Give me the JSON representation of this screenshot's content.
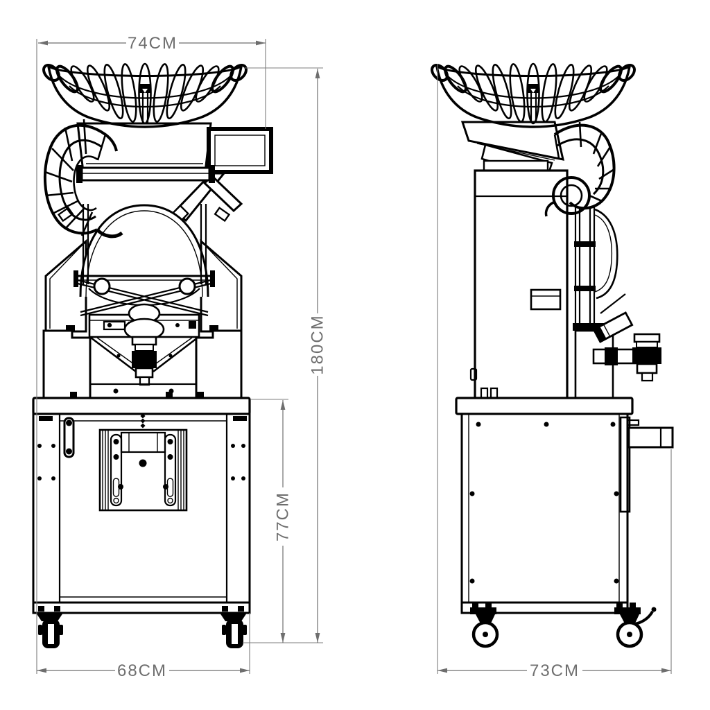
{
  "drawing": {
    "subject": "ball machine technical drawing with hopper basket, spiral feeder, dome mechanism and wheeled cabinet stand",
    "background_color": "#ffffff",
    "line_color": "#000000",
    "dimension_color": "#6e6e6e",
    "views": {
      "front": "front view",
      "side": "side view"
    },
    "dimensions": {
      "top_width": "74CM",
      "overall_height": "180CM",
      "cabinet_height": "77CM",
      "base_width": "68CM",
      "side_depth": "73CM"
    }
  }
}
